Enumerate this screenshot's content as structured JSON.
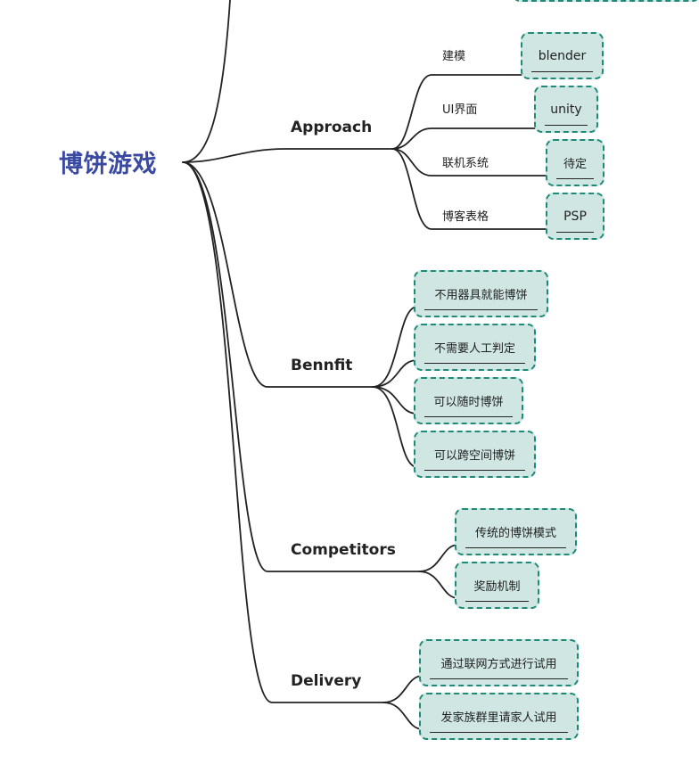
{
  "root": {
    "label": "博饼游戏"
  },
  "approach": {
    "label": "Approach",
    "items": [
      {
        "label": "建模",
        "tool": "blender"
      },
      {
        "label": "UI界面",
        "tool": "unity"
      },
      {
        "label": "联机系统",
        "tool": "待定"
      },
      {
        "label": "博客表格",
        "tool": "PSP"
      }
    ]
  },
  "benefit": {
    "label": "Bennfit",
    "items": [
      "不用器具就能博饼",
      "不需要人工判定",
      "可以随时博饼",
      "可以跨空间博饼"
    ]
  },
  "competitors": {
    "label": "Competitors",
    "items": [
      "传统的博饼模式",
      "奖励机制"
    ]
  },
  "delivery": {
    "label": "Delivery",
    "items": [
      "通过联网方式进行试用",
      "发家族群里请家人试用"
    ]
  },
  "colors": {
    "root_text": "#3a4aa0",
    "box_fill": "#cfe6e3",
    "box_border": "#1f8a78",
    "line": "#222222"
  }
}
